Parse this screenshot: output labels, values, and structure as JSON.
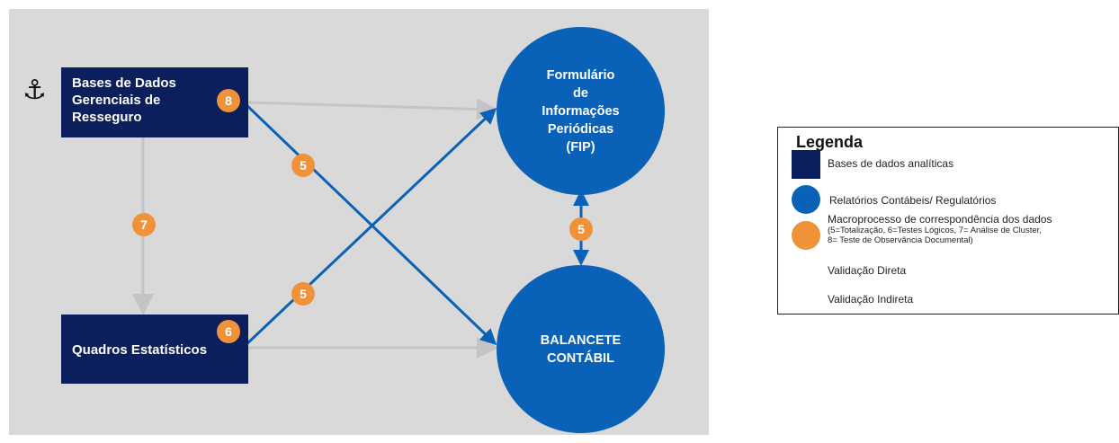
{
  "diagram": {
    "source_boxes": [
      {
        "id": "bases",
        "label": "Bases de Dados Gerenciais de Resseguro"
      },
      {
        "id": "quadros",
        "label": "Quadros Estatísticos"
      }
    ],
    "reports": [
      {
        "id": "fip",
        "label_lines": [
          "Formulário",
          "de",
          "Informações",
          "Periódicas",
          "(FIP)"
        ]
      },
      {
        "id": "balancete",
        "label_lines": [
          "BALANCETE",
          "CONTÁBIL"
        ]
      }
    ],
    "badges": {
      "bases": "8",
      "quadros": "6",
      "vertical": "7",
      "cross_upper": "5",
      "cross_lower": "5",
      "reports_link": "5"
    },
    "anchor_icon": "anchor-icon"
  },
  "legend": {
    "title": "Legenda",
    "items": [
      {
        "icon": "navy-square",
        "label": "Bases de dados analíticas"
      },
      {
        "icon": "blue-circle",
        "label": "Relatórios Contábeis/ Regulatórios"
      },
      {
        "icon": "orange-circle",
        "label": "Macroprocesso de correspondência dos dados",
        "detail_lines": [
          "(5=Totalização, 6=Testes Lógicos, 7= Análise de Cluster,",
          "8= Teste de Observância Documental)"
        ]
      },
      {
        "icon": "blue-arrow",
        "label": "Validação Direta"
      },
      {
        "icon": "gray-arrow",
        "label": "Validação Indireta"
      }
    ]
  },
  "colors": {
    "navy": "#0b1f5c",
    "blue": "#0a62b8",
    "orange": "#f0923a",
    "gray_arrow": "#c4c4c4",
    "panel": "#d9d9d9"
  }
}
